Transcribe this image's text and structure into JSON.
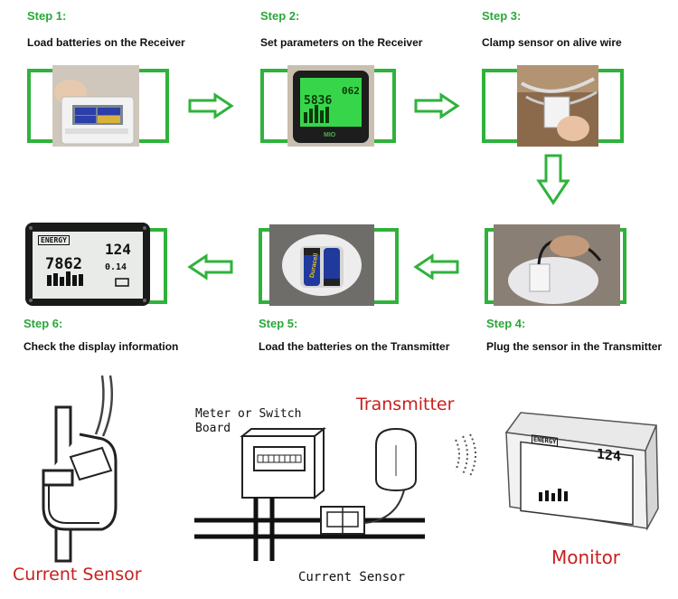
{
  "steps": [
    {
      "title": "Step 1:",
      "desc": "Load batteries on the Receiver"
    },
    {
      "title": "Step 2:",
      "desc": "Set parameters on the Receiver"
    },
    {
      "title": "Step 3:",
      "desc": "Clamp sensor on alive wire"
    },
    {
      "title": "Step 4:",
      "desc": "Plug the sensor in the Transmitter"
    },
    {
      "title": "Step 5:",
      "desc": "Load the batteries on the Transmitter"
    },
    {
      "title": "Step 6:",
      "desc": "Check the display information"
    }
  ],
  "step2_screen": {
    "num1": "062",
    "num2": "5836",
    "brand": "MIO"
  },
  "step6_screen": {
    "brand": "ENERGY",
    "big_left": "7862",
    "big_right": "124",
    "small": "0.14"
  },
  "step5_battery_text": "Duracell",
  "diagram": {
    "meter_label_line1": "Meter or Switch",
    "meter_label_line2": "Board",
    "transmitter_label": "Transmitter",
    "current_sensor_center": "Current Sensor",
    "current_sensor_left": "Current Sensor",
    "monitor_label": "Monitor",
    "monitor_screen_top": "ENERGY",
    "monitor_screen_num": "124"
  },
  "colors": {
    "step_green": "#2aa837",
    "frame_green": "#2fb23c",
    "label_red": "#c8201e"
  }
}
